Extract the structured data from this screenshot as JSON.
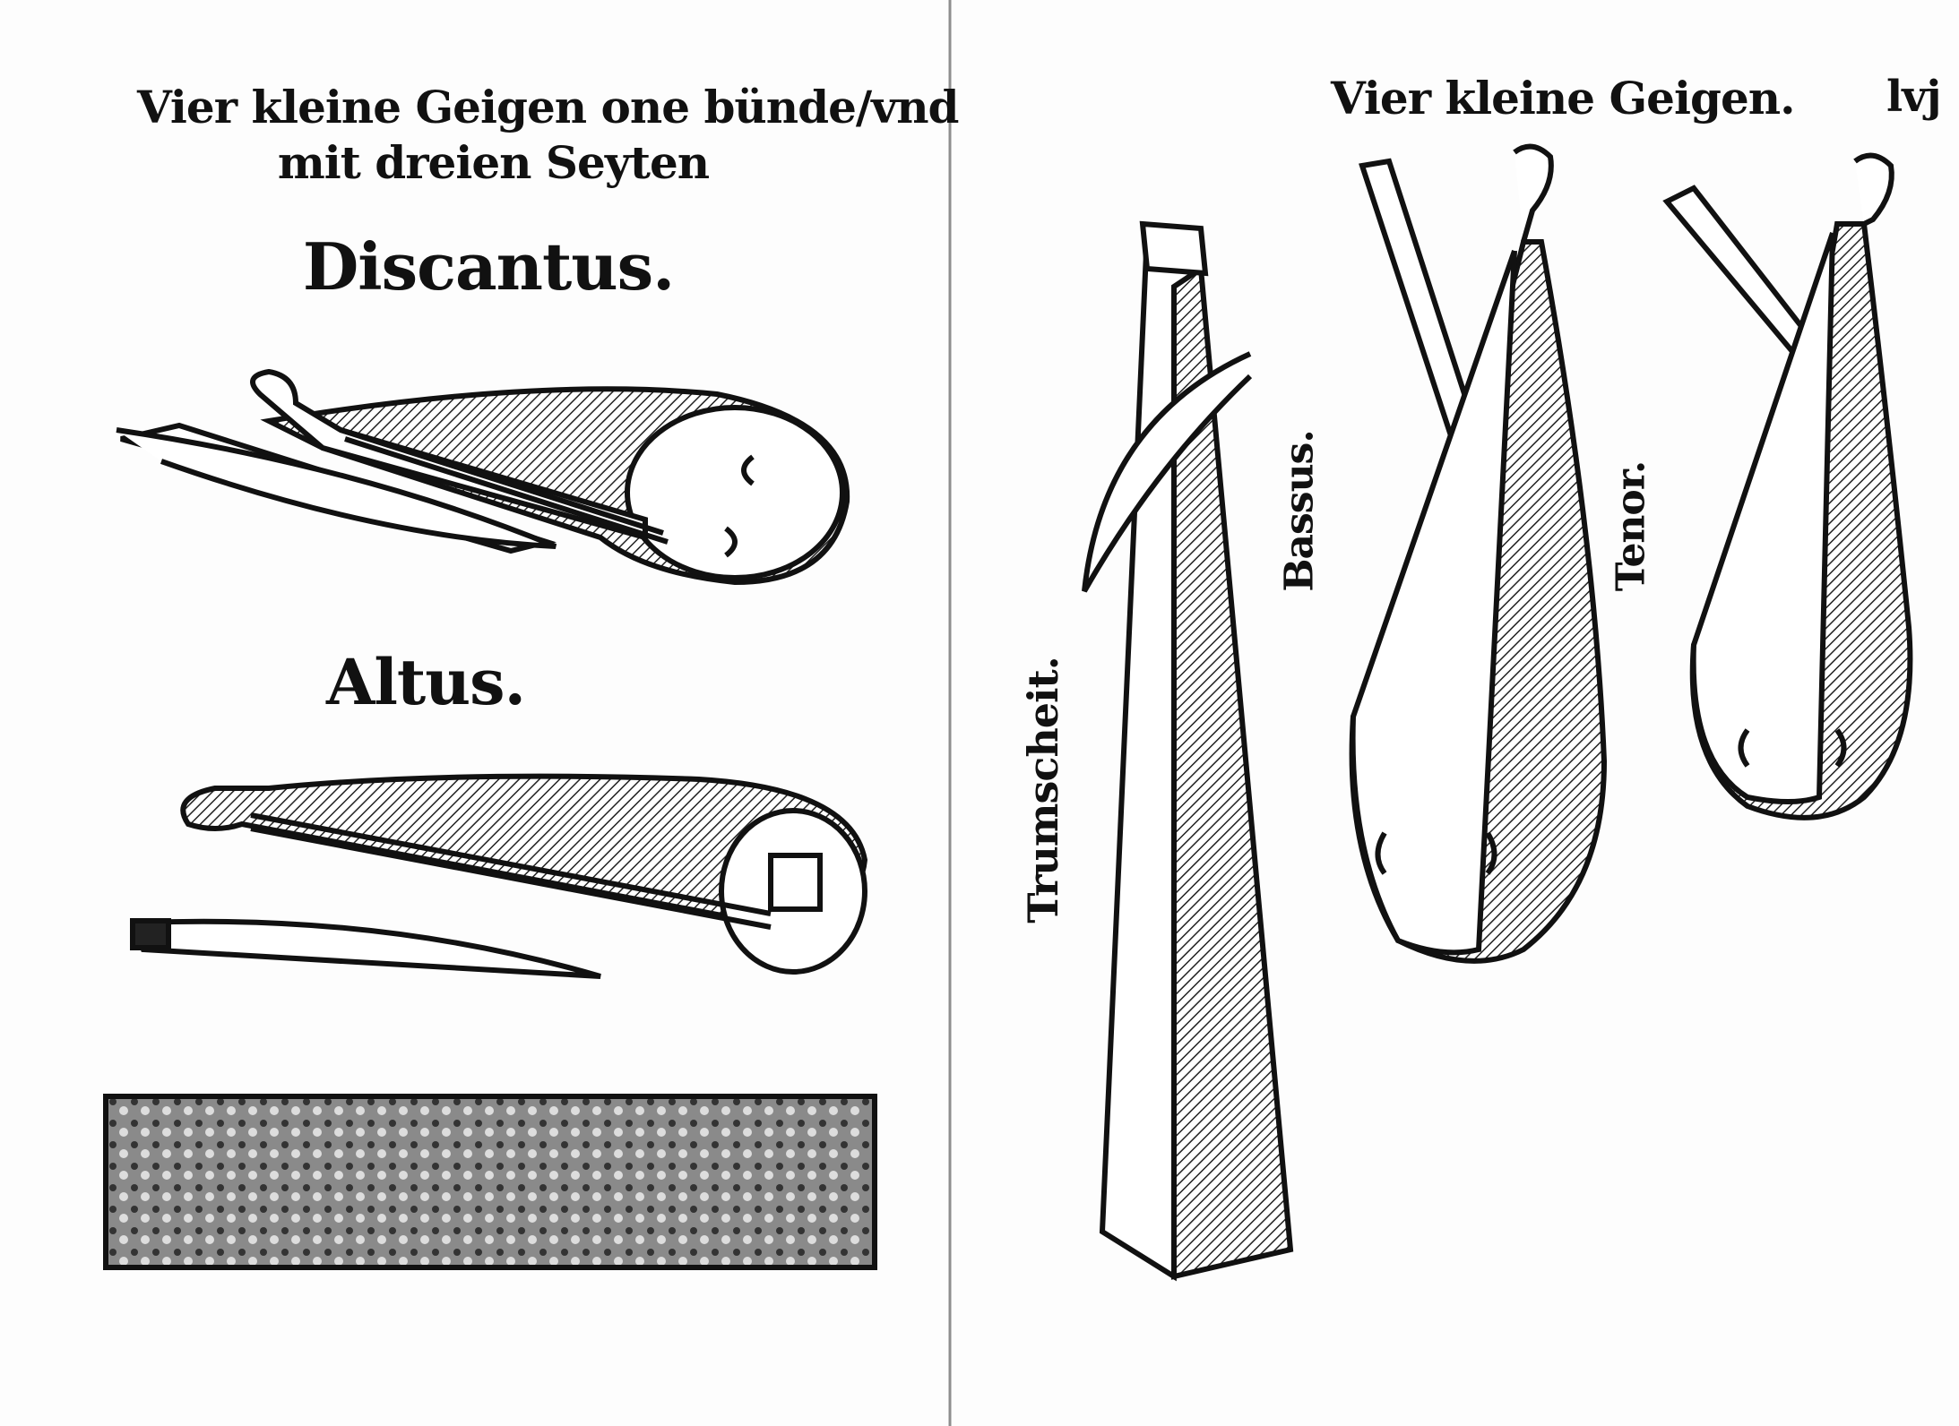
{
  "left_page": {
    "heading_line1": "Vier kleine Geigen one bünde/vnd",
    "heading_line2": "mit dreien Seyten",
    "label_discantus": "Discantus.",
    "label_altus": "Altus."
  },
  "right_page": {
    "heading": "Vier kleine Geigen.",
    "folio": "lvj",
    "label_trumscheit": "Trumscheit.",
    "label_bassus": "Bassus.",
    "label_tenor": "Tenor."
  },
  "colors": {
    "ink": "#111111",
    "paper": "#fdfdfd"
  }
}
